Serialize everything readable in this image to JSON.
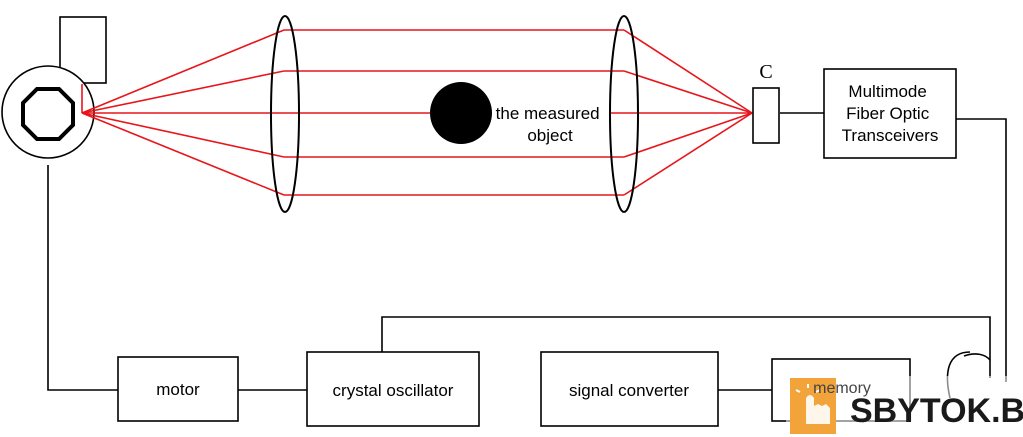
{
  "labels": {
    "measured_object": "the measured object",
    "sensor": "C",
    "transceiver": "Multimode Fiber Optic Transceivers",
    "motor": "motor",
    "crystal_oscillator": "crystal oscillator",
    "signal_converter": "signal converter",
    "memory": "memory"
  },
  "watermark": {
    "text": "SBYTOK.BY",
    "icon": "hand-cursor-icon",
    "icon_color": "#f2a33a"
  },
  "colors": {
    "ray": "#e8151b",
    "object": "#000000"
  }
}
